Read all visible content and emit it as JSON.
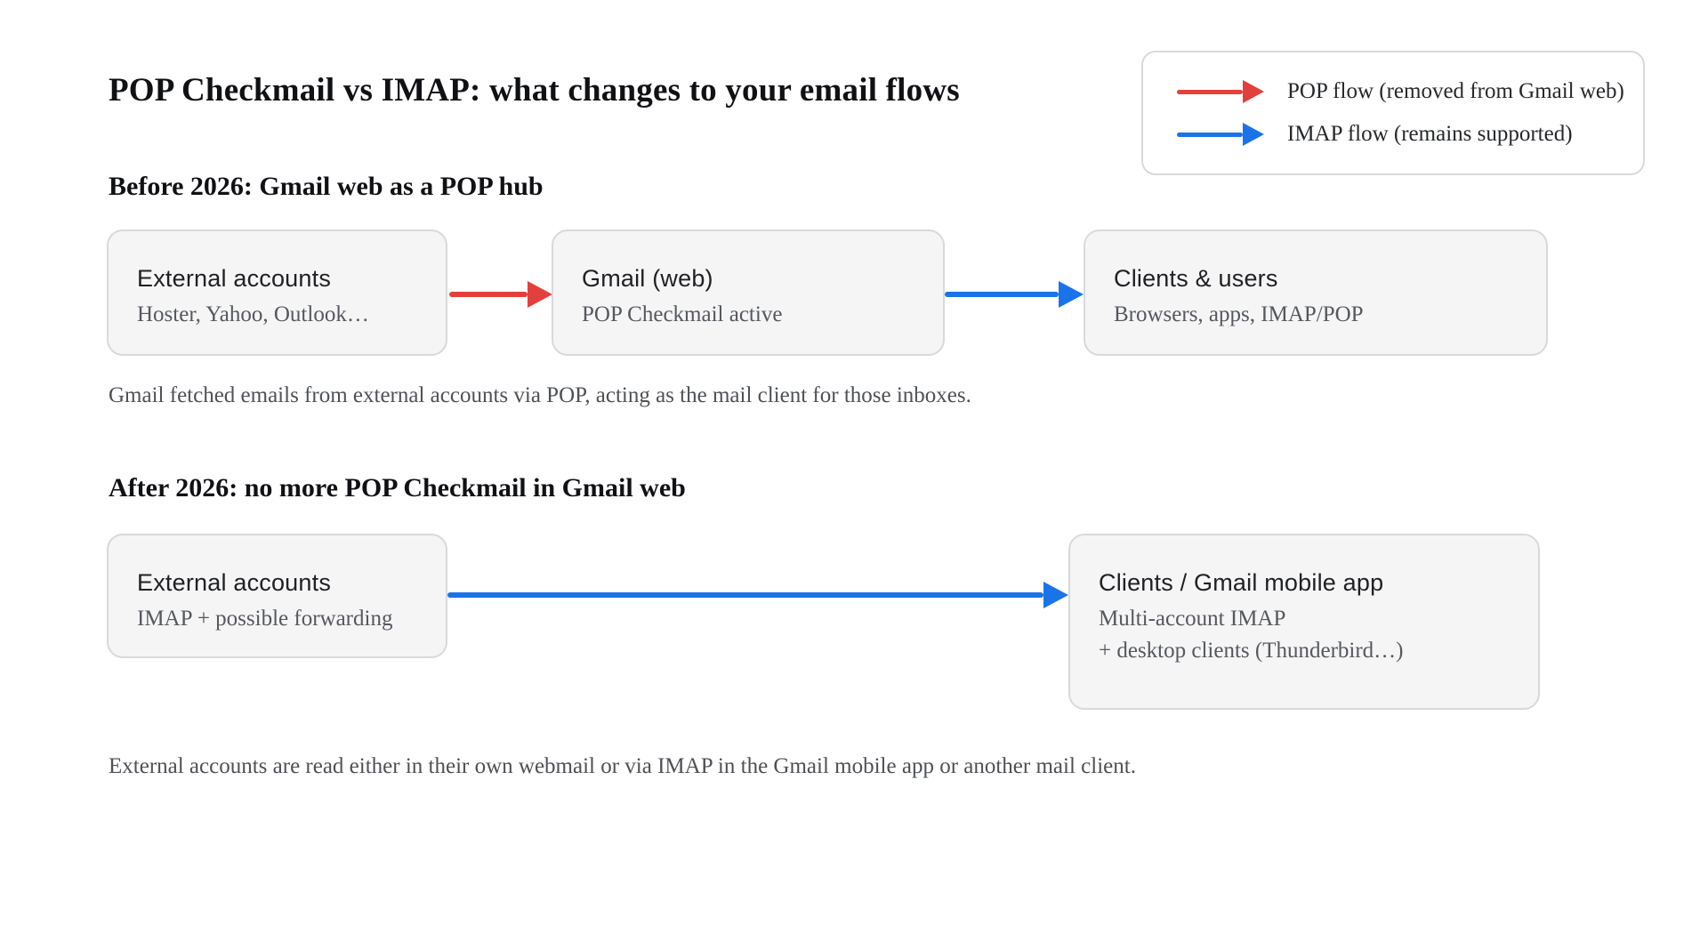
{
  "title": "POP Checkmail vs IMAP: what changes to your email flows",
  "legend": {
    "items": [
      {
        "id": "pop",
        "label": "POP flow (removed from Gmail web)",
        "color": "#e2403c"
      },
      {
        "id": "imap",
        "label": "IMAP flow (remains supported)",
        "color": "#1a73e8"
      }
    ]
  },
  "sections": [
    {
      "heading": "Before 2026: Gmail web as a POP hub",
      "nodes": [
        {
          "title": "External accounts",
          "lines": [
            "Hoster, Yahoo, Outlook…"
          ]
        },
        {
          "title": "Gmail (web)",
          "lines": [
            "POP Checkmail active"
          ]
        },
        {
          "title": "Clients & users",
          "lines": [
            "Browsers, apps, IMAP/POP"
          ]
        }
      ],
      "flows": [
        {
          "type": "pop",
          "from": "External accounts",
          "to": "Gmail (web)"
        },
        {
          "type": "imap",
          "from": "Gmail (web)",
          "to": "Clients & users"
        }
      ],
      "caption": "Gmail fetched emails from external accounts via POP, acting as the mail client for those inboxes."
    },
    {
      "heading": "After 2026: no more POP Checkmail in Gmail web",
      "nodes": [
        {
          "title": "External accounts",
          "lines": [
            "IMAP + possible forwarding"
          ]
        },
        {
          "title": "Clients / Gmail mobile app",
          "lines": [
            "Multi-account IMAP",
            "+ desktop clients (Thunderbird…)"
          ]
        }
      ],
      "flows": [
        {
          "type": "imap",
          "from": "External accounts",
          "to": "Clients / Gmail mobile app"
        }
      ],
      "caption": "External accounts are read either in their own webmail or via IMAP in the Gmail mobile app or another mail client."
    }
  ],
  "colors": {
    "pop_red": "#e2403c",
    "imap_blue": "#1a73e8",
    "node_bg": "#f5f5f6",
    "node_border": "#d9d9dc",
    "text_dark": "#1b1c1e",
    "text_muted": "#55585e"
  }
}
